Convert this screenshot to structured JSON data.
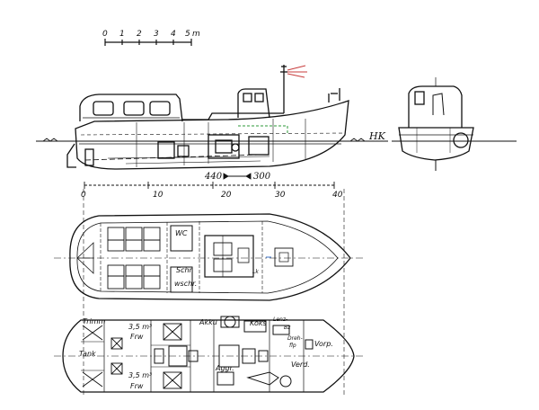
{
  "scale_bar": {
    "ticks": [
      "0",
      "1",
      "2",
      "3",
      "4",
      "5"
    ],
    "unit": "m"
  },
  "side_view": {
    "waterline_label": "HK",
    "dimensions": [
      "440",
      "300"
    ],
    "frame_ticks": [
      "0",
      "10",
      "20",
      "30",
      "40"
    ]
  },
  "main_deck_plan": {
    "rooms": {
      "wc": "WC",
      "schrank": "Schr.",
      "wandschrank": "wschr.",
      "hatch": "Lk"
    }
  },
  "machinery_plan": {
    "labels": {
      "trimm_tank": "Trimm",
      "tank": "Tank",
      "frw_top_volume": "3,5 m³",
      "frw_top": "Frw",
      "frw_bottom_volume": "3,5 m³",
      "frw_bottom": "Frw",
      "akku": "Akku",
      "koks": "Koks",
      "lenz": "Lenz-",
      "lenz_2": "Bz",
      "dreh": "Dreh-",
      "dreh_2": "flp",
      "vorp": "Vorp.",
      "aggr": "Aggr.",
      "verd": "Verd."
    }
  },
  "colors": {
    "ink": "#111111",
    "paper": "#ffffff",
    "accent_green": "#2e9a3a",
    "accent_red": "#c83c3c",
    "accent_blue": "#3a70c8"
  }
}
